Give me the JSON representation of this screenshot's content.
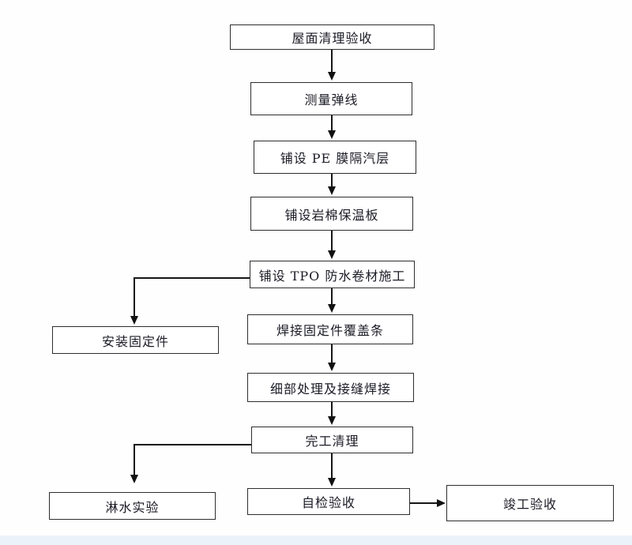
{
  "flowchart": {
    "nodes": [
      {
        "id": "roof-cleaning-acceptance",
        "label": "屋面清理验收"
      },
      {
        "id": "measure-snap-line",
        "label": "测量弹线"
      },
      {
        "id": "pe-film-vapor-barrier",
        "label": "铺设 PE 膜隔汽层"
      },
      {
        "id": "rock-wool-insulation-board",
        "label": "铺设岩棉保温板"
      },
      {
        "id": "tpo-membrane-construction",
        "label": "铺设 TPO 防水卷材施工"
      },
      {
        "id": "install-fixings",
        "label": "安装固定件"
      },
      {
        "id": "weld-fixing-cover-strip",
        "label": "焊接固定件覆盖条"
      },
      {
        "id": "detail-and-seam-welding",
        "label": "细部处理及接缝焊接"
      },
      {
        "id": "completion-cleanup",
        "label": "完工清理"
      },
      {
        "id": "water-spray-test",
        "label": "淋水实验"
      },
      {
        "id": "self-inspection-acceptance",
        "label": "自检验收"
      },
      {
        "id": "completion-acceptance",
        "label": "竣工验收"
      }
    ],
    "edges": [
      {
        "from": "屋面清理验收",
        "to": "测量弹线"
      },
      {
        "from": "测量弹线",
        "to": "铺设 PE 膜隔汽层"
      },
      {
        "from": "铺设 PE 膜隔汽层",
        "to": "铺设岩棉保温板"
      },
      {
        "from": "铺设岩棉保温板",
        "to": "铺设 TPO 防水卷材施工"
      },
      {
        "from": "铺设 TPO 防水卷材施工",
        "to": "安装固定件"
      },
      {
        "from": "铺设 TPO 防水卷材施工",
        "to": "焊接固定件覆盖条"
      },
      {
        "from": "焊接固定件覆盖条",
        "to": "细部处理及接缝焊接"
      },
      {
        "from": "细部处理及接缝焊接",
        "to": "完工清理"
      },
      {
        "from": "完工清理",
        "to": "淋水实验"
      },
      {
        "from": "完工清理",
        "to": "自检验收"
      },
      {
        "from": "自检验收",
        "to": "竣工验收"
      }
    ],
    "colors": {
      "line": "#161616",
      "node_border": "#2e2e2e",
      "text": "#1b1b26",
      "background": "#ffffff",
      "bottom_tint": "#ecf2f9"
    }
  }
}
